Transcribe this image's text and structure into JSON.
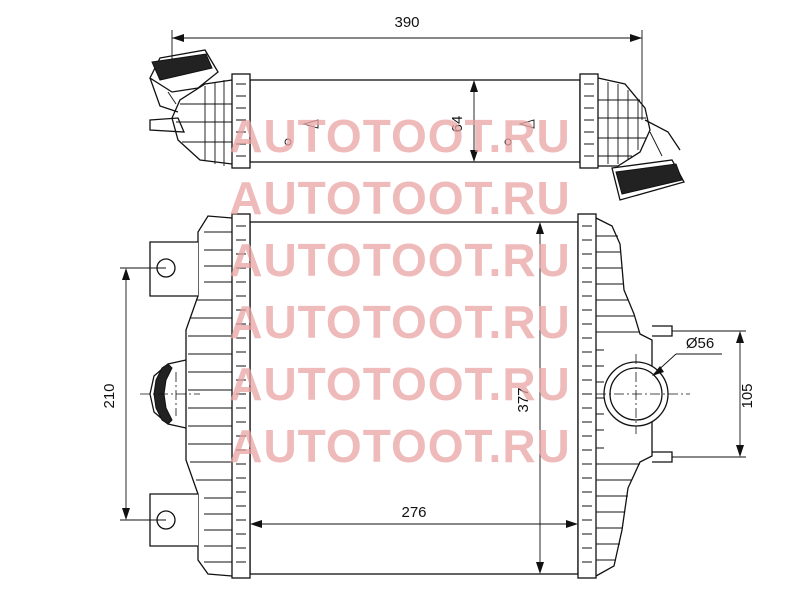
{
  "diagram": {
    "dimensions": {
      "overall_length": "390",
      "core_thickness": "64",
      "mount_spacing": "210",
      "core_height": "377",
      "core_width": "276",
      "outlet_diameter": "Ø56",
      "outlet_offset": "105"
    },
    "watermark": {
      "text": "AUTOTOOT.RU",
      "repeat": 6
    },
    "colors": {
      "line": "#111111",
      "watermark": "#e9a3a3",
      "background": "#ffffff"
    }
  }
}
